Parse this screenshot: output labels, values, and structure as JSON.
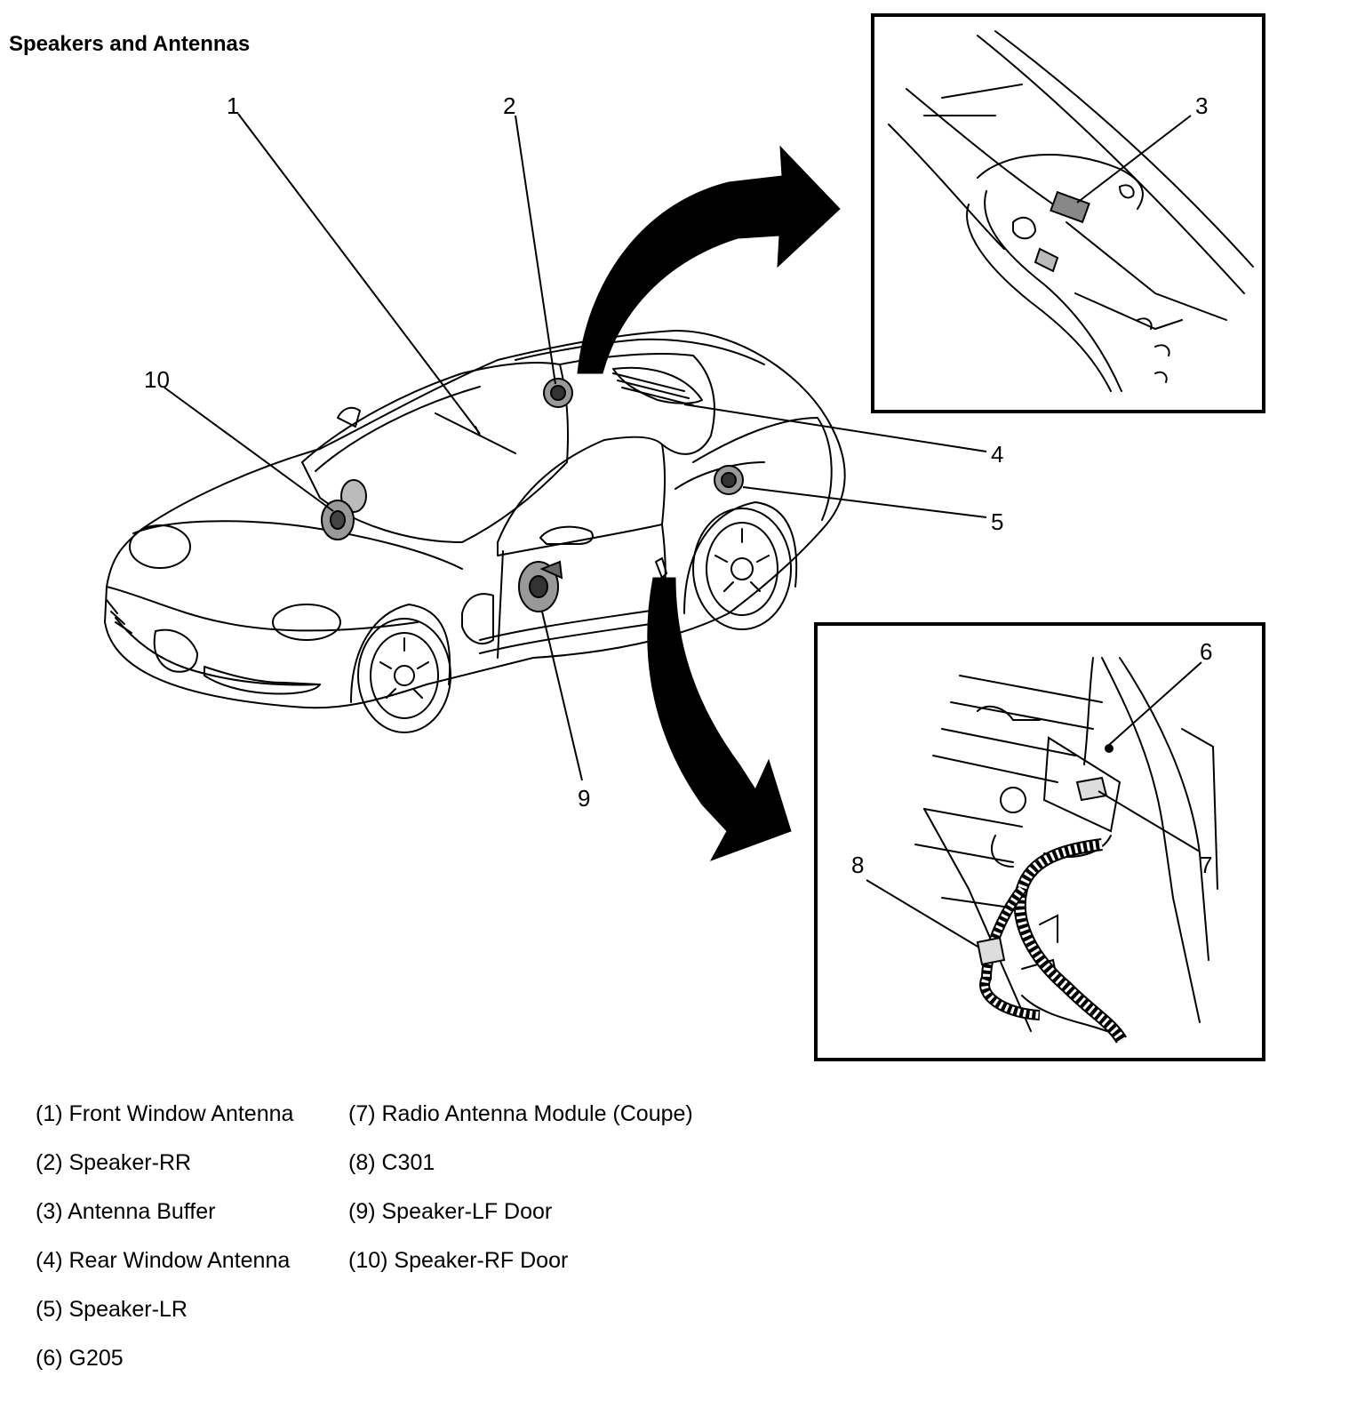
{
  "title": "Speakers and Antennas",
  "callouts": {
    "c1": "1",
    "c2": "2",
    "c3": "3",
    "c4": "4",
    "c5": "5",
    "c6": "6",
    "c7": "7",
    "c8": "8",
    "c9": "9",
    "c10": "10"
  },
  "legend": {
    "column1": [
      {
        "label": "(1) Front Window Antenna"
      },
      {
        "label": "(2) Speaker-RR"
      },
      {
        "label": "(3) Antenna Buffer"
      },
      {
        "label": "(4) Rear Window Antenna"
      },
      {
        "label": "(5) Speaker-LR"
      },
      {
        "label": "(6) G205"
      }
    ],
    "column2": [
      {
        "label": "(7) Radio Antenna Module (Coupe)"
      },
      {
        "label": "(8) C301"
      },
      {
        "label": "(9) Speaker-LF Door"
      },
      {
        "label": "(10) Speaker-RF Door"
      }
    ]
  },
  "colors": {
    "ink": "#000000",
    "background": "#ffffff"
  }
}
